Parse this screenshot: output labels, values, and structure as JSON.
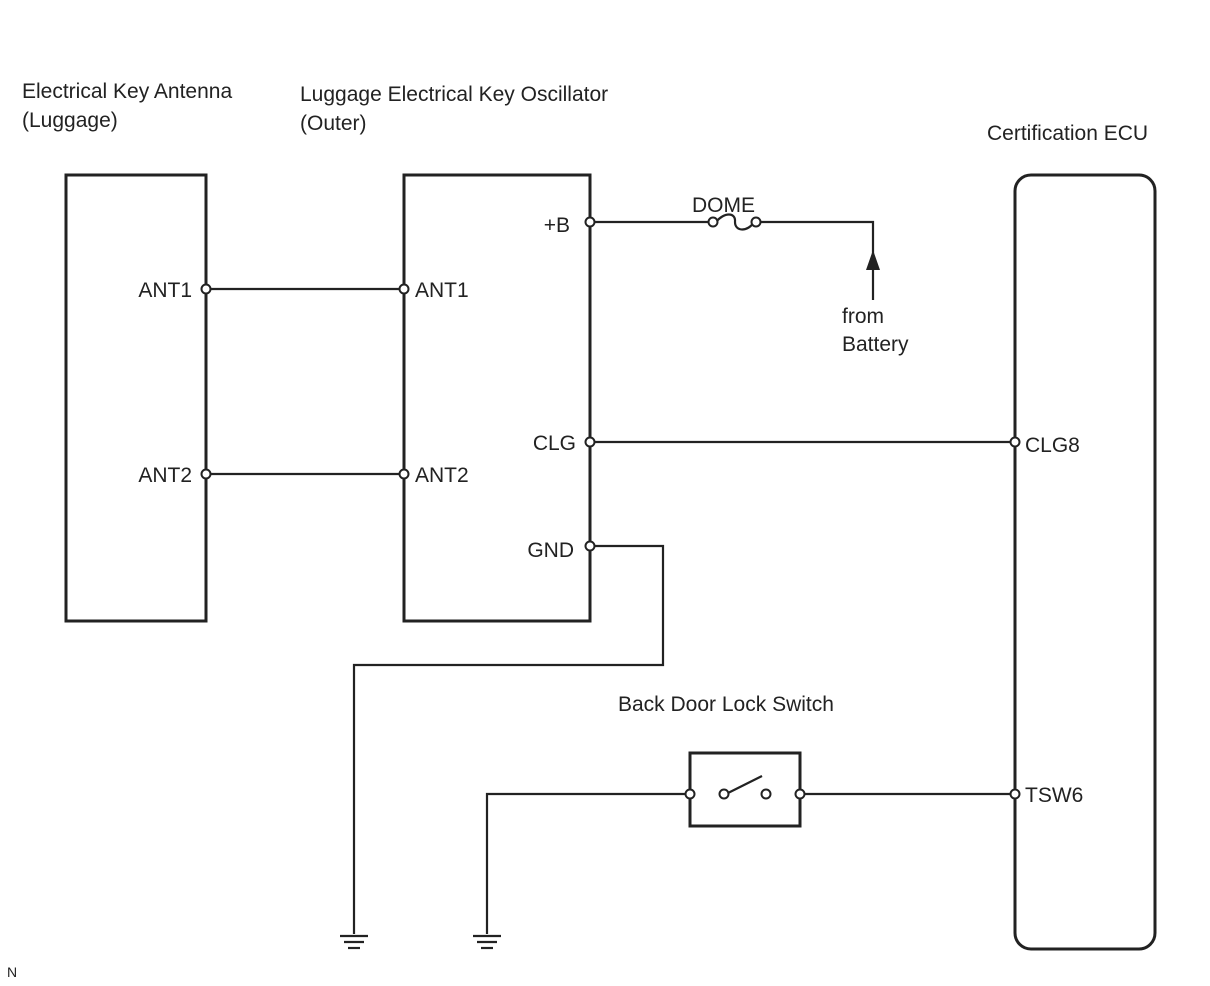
{
  "components": {
    "antenna": {
      "title_line1": "Electrical Key Antenna",
      "title_line2": "(Luggage)",
      "pins": [
        "ANT1",
        "ANT2"
      ]
    },
    "oscillator": {
      "title_line1": "Luggage Electrical Key Oscillator",
      "title_line2": "(Outer)",
      "pins": [
        "ANT1",
        "ANT2",
        "+B",
        "CLG",
        "GND"
      ]
    },
    "ecu": {
      "title": "Certification ECU",
      "pins": [
        "CLG8",
        "TSW6"
      ]
    },
    "switch": {
      "title": "Back Door Lock Switch"
    }
  },
  "fuse": {
    "label": "DOME"
  },
  "battery": {
    "line1": "from",
    "line2": "Battery"
  },
  "corner_mark": "N"
}
